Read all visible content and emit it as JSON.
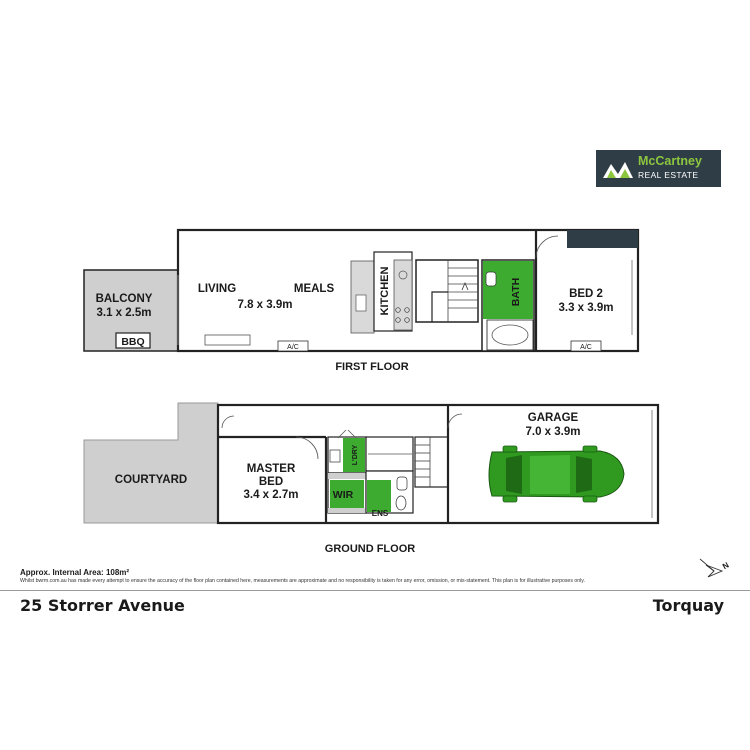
{
  "logo": {
    "name": "McCartney",
    "sub": "REAL ESTATE"
  },
  "first_floor": {
    "heading": "FIRST FLOOR",
    "balcony": {
      "name": "BALCONY",
      "dims": "3.1 x 2.5m",
      "bbq": "BBQ"
    },
    "living": {
      "name": "LIVING",
      "meals": "MEALS",
      "dims": "7.8 x 3.9m",
      "ac": "A/C"
    },
    "kitchen": "KITCHEN",
    "bath": "BATH",
    "bed2": {
      "name": "BED 2",
      "dims": "3.3 x 3.9m",
      "ac": "A/C"
    }
  },
  "ground_floor": {
    "heading": "GROUND FLOOR",
    "courtyard": "COURTYARD",
    "master": {
      "name_line1": "MASTER",
      "name_line2": "BED",
      "dims": "3.4 x 2.7m"
    },
    "lory": "L'DRY",
    "wir": "WIR",
    "ens": "ENS",
    "garage": {
      "name": "GARAGE",
      "dims": "7.0 x 3.9m"
    }
  },
  "compass": "N",
  "footer": {
    "area": "Approx. Internal Area: 108m²",
    "disclaimer": "Whilst bwrm.com.au has made every attempt to ensure the accuracy of the floor plan contained here, measurements are approximate and no responsibility is taken for any error, omission, or mis-statement. This plan is for illustrative purposes only.",
    "address": "25 Storrer Avenue",
    "suburb": "Torquay"
  },
  "colors": {
    "wet_area": "#3cab2f",
    "car": "#2f9a1f",
    "courtyard": "#cfcfcf",
    "wall": "#222222",
    "logo_bg": "#2f3d46",
    "logo_green": "#8cc63f"
  }
}
